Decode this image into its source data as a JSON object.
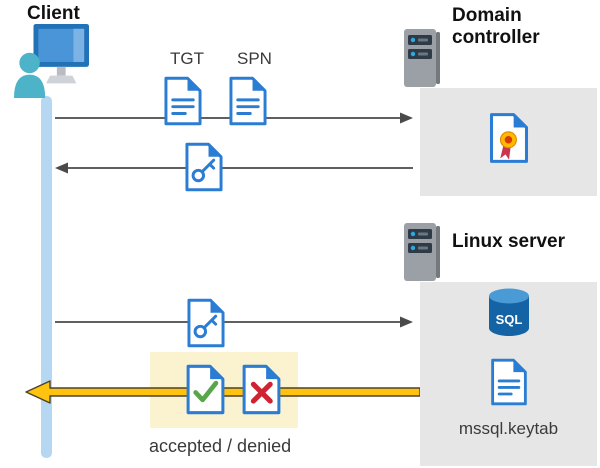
{
  "labels": {
    "client": "Client",
    "domain_controller": "Domain controller",
    "linux_server": "Linux server",
    "tgt": "TGT",
    "spn": "SPN",
    "sql": "SQL",
    "keytab": "mssql.keytab",
    "accepted_denied": "accepted / denied"
  },
  "icons": [
    "client-icon",
    "server-icon",
    "certificate-document-icon",
    "document-icon",
    "key-document-icon",
    "sql-database-icon",
    "check-document-icon",
    "cross-document-icon"
  ],
  "colors": {
    "doc_blue": "#2b7cd3",
    "timeline_blue": "#b5d7f2",
    "box_gray": "#e6e6e6",
    "highlight_yellow": "#fbf3cf",
    "arrow_gray": "#4a4a4a",
    "arrow_yellow": "#ffc20e",
    "check_green": "#57a64a",
    "cross_red": "#cf2233",
    "sql_dark": "#1464a5",
    "sql_light": "#4a9bd5",
    "person_teal": "#4db3c8",
    "monitor_blue": "#2272b8",
    "server_gray": "#9aa0a5",
    "server_slot": "#2e3a46",
    "seal_gold": "#ffb900",
    "seal_red": "#d83b01"
  }
}
